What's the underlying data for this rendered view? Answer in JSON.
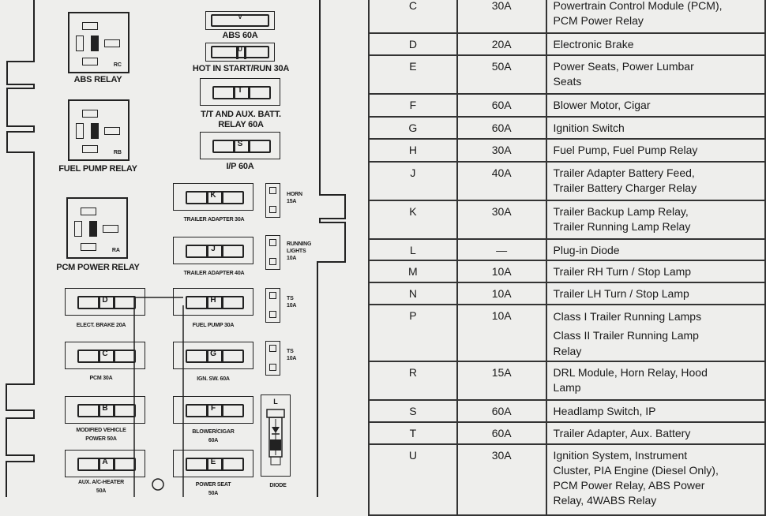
{
  "diagram": {
    "relays": [
      {
        "name": "ABS RELAY",
        "code": "RC"
      },
      {
        "name": "FUEL PUMP RELAY",
        "code": "RB"
      },
      {
        "name": "PCM POWER RELAY",
        "code": "RA"
      }
    ],
    "fuses": {
      "V": {
        "letter": "V",
        "label": "ABS 60A"
      },
      "U": {
        "letter": "U",
        "label": "HOT IN START/RUN 30A"
      },
      "T": {
        "letter": "T",
        "label_1": "T/T AND AUX. BATT.",
        "label_2": "RELAY 60A"
      },
      "S": {
        "letter": "S",
        "label": "I/P 60A"
      },
      "K": {
        "letter": "K",
        "label": "TRAILER ADAPTER 30A"
      },
      "J": {
        "letter": "J",
        "label": "TRAILER ADAPTER 40A"
      },
      "D": {
        "letter": "D",
        "label": "ELECT. BRAKE 20A"
      },
      "H": {
        "letter": "H",
        "label": "FUEL PUMP 30A"
      },
      "C": {
        "letter": "C",
        "label": "PCM 30A"
      },
      "G": {
        "letter": "G",
        "label": "IGN. SW. 60A"
      },
      "B": {
        "letter": "B",
        "label_1": "MODIFIED VEHICLE",
        "label_2": "POWER 50A"
      },
      "F": {
        "letter": "F",
        "label_1": "BLOWER/CIGAR",
        "label_2": "60A"
      },
      "A": {
        "letter": "A",
        "label_1": "AUX. A/C-HEATER",
        "label_2": "50A"
      },
      "E": {
        "letter": "E",
        "label_1": "POWER SEAT",
        "label_2": "50A"
      }
    },
    "mini_fuses": [
      {
        "label_1": "HORN",
        "label_2": "15A"
      },
      {
        "label_1": "RUNNING",
        "label_2": "LIGHTS",
        "label_3": "10A"
      },
      {
        "label_1": "TS",
        "label_2": "10A"
      },
      {
        "label_1": "TS",
        "label_2": "10A"
      }
    ],
    "diode": {
      "letter": "L",
      "label": "DIODE"
    }
  },
  "table": {
    "rows": [
      {
        "fuse": "C",
        "amps": "30A",
        "circuits": [
          "Powertrain Control Module (PCM),",
          "PCM Power Relay"
        ]
      },
      {
        "fuse": "D",
        "amps": "20A",
        "circuits": [
          "Electronic Brake"
        ]
      },
      {
        "fuse": "E",
        "amps": "50A",
        "circuits": [
          "Power Seats, Power Lumbar",
          "Seats"
        ]
      },
      {
        "fuse": "F",
        "amps": "60A",
        "circuits": [
          "Blower Motor, Cigar"
        ]
      },
      {
        "fuse": "G",
        "amps": "60A",
        "circuits": [
          "Ignition Switch"
        ]
      },
      {
        "fuse": "H",
        "amps": "30A",
        "circuits": [
          "Fuel Pump, Fuel Pump Relay"
        ]
      },
      {
        "fuse": "J",
        "amps": "40A",
        "circuits": [
          "Trailer Adapter Battery Feed,",
          "Trailer Battery Charger Relay"
        ]
      },
      {
        "fuse": "K",
        "amps": "30A",
        "circuits": [
          "Trailer Backup Lamp Relay,",
          "Trailer Running Lamp Relay"
        ]
      },
      {
        "fuse": "L",
        "amps": "—",
        "circuits": [
          "Plug-in Diode"
        ]
      },
      {
        "fuse": "M",
        "amps": "10A",
        "circuits": [
          "Trailer RH Turn / Stop Lamp"
        ]
      },
      {
        "fuse": "N",
        "amps": "10A",
        "circuits": [
          "Trailer LH Turn / Stop Lamp"
        ]
      },
      {
        "fuse": "P",
        "amps": "10A",
        "circuits": [
          "Class I Trailer Running Lamps",
          "Class II Trailer Running Lamp",
          "Relay"
        ]
      },
      {
        "fuse": "R",
        "amps": "15A",
        "circuits": [
          "DRL Module, Horn Relay, Hood",
          "Lamp"
        ]
      },
      {
        "fuse": "S",
        "amps": "60A",
        "circuits": [
          "Headlamp Switch, IP"
        ]
      },
      {
        "fuse": "T",
        "amps": "60A",
        "circuits": [
          "Trailer Adapter, Aux. Battery"
        ]
      },
      {
        "fuse": "U",
        "amps": "30A",
        "circuits": [
          "Ignition System, Instrument",
          "Cluster, PIA Engine (Diesel Only),",
          "PCM Power Relay, ABS Power",
          "Relay, 4WABS Relay"
        ]
      }
    ]
  }
}
